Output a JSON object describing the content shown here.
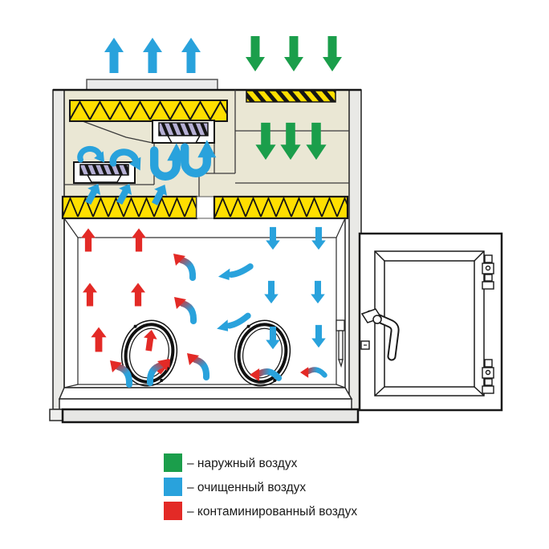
{
  "diagram": {
    "name": "biosafety-cabinet-airflow-diagram"
  },
  "colors": {
    "outside_air": "#1B9E4B",
    "clean_air": "#29A2DC",
    "contaminated_air": "#E32A26",
    "filter_yellow": "#FFDF00",
    "fan_purple": "#B5AFD4",
    "plenum_beige": "#EAE7D4",
    "cabinet_gray": "#E9E9E6",
    "line_black": "#151515"
  },
  "legend": {
    "items": [
      {
        "id": "outside-air",
        "label": "– наружный воздух",
        "color": "#1B9E4B"
      },
      {
        "id": "clean-air",
        "label": "– очищенный воздух",
        "color": "#29A2DC"
      },
      {
        "id": "contaminated-air",
        "label": "– контаминированный воздух",
        "color": "#E32A26"
      }
    ]
  }
}
